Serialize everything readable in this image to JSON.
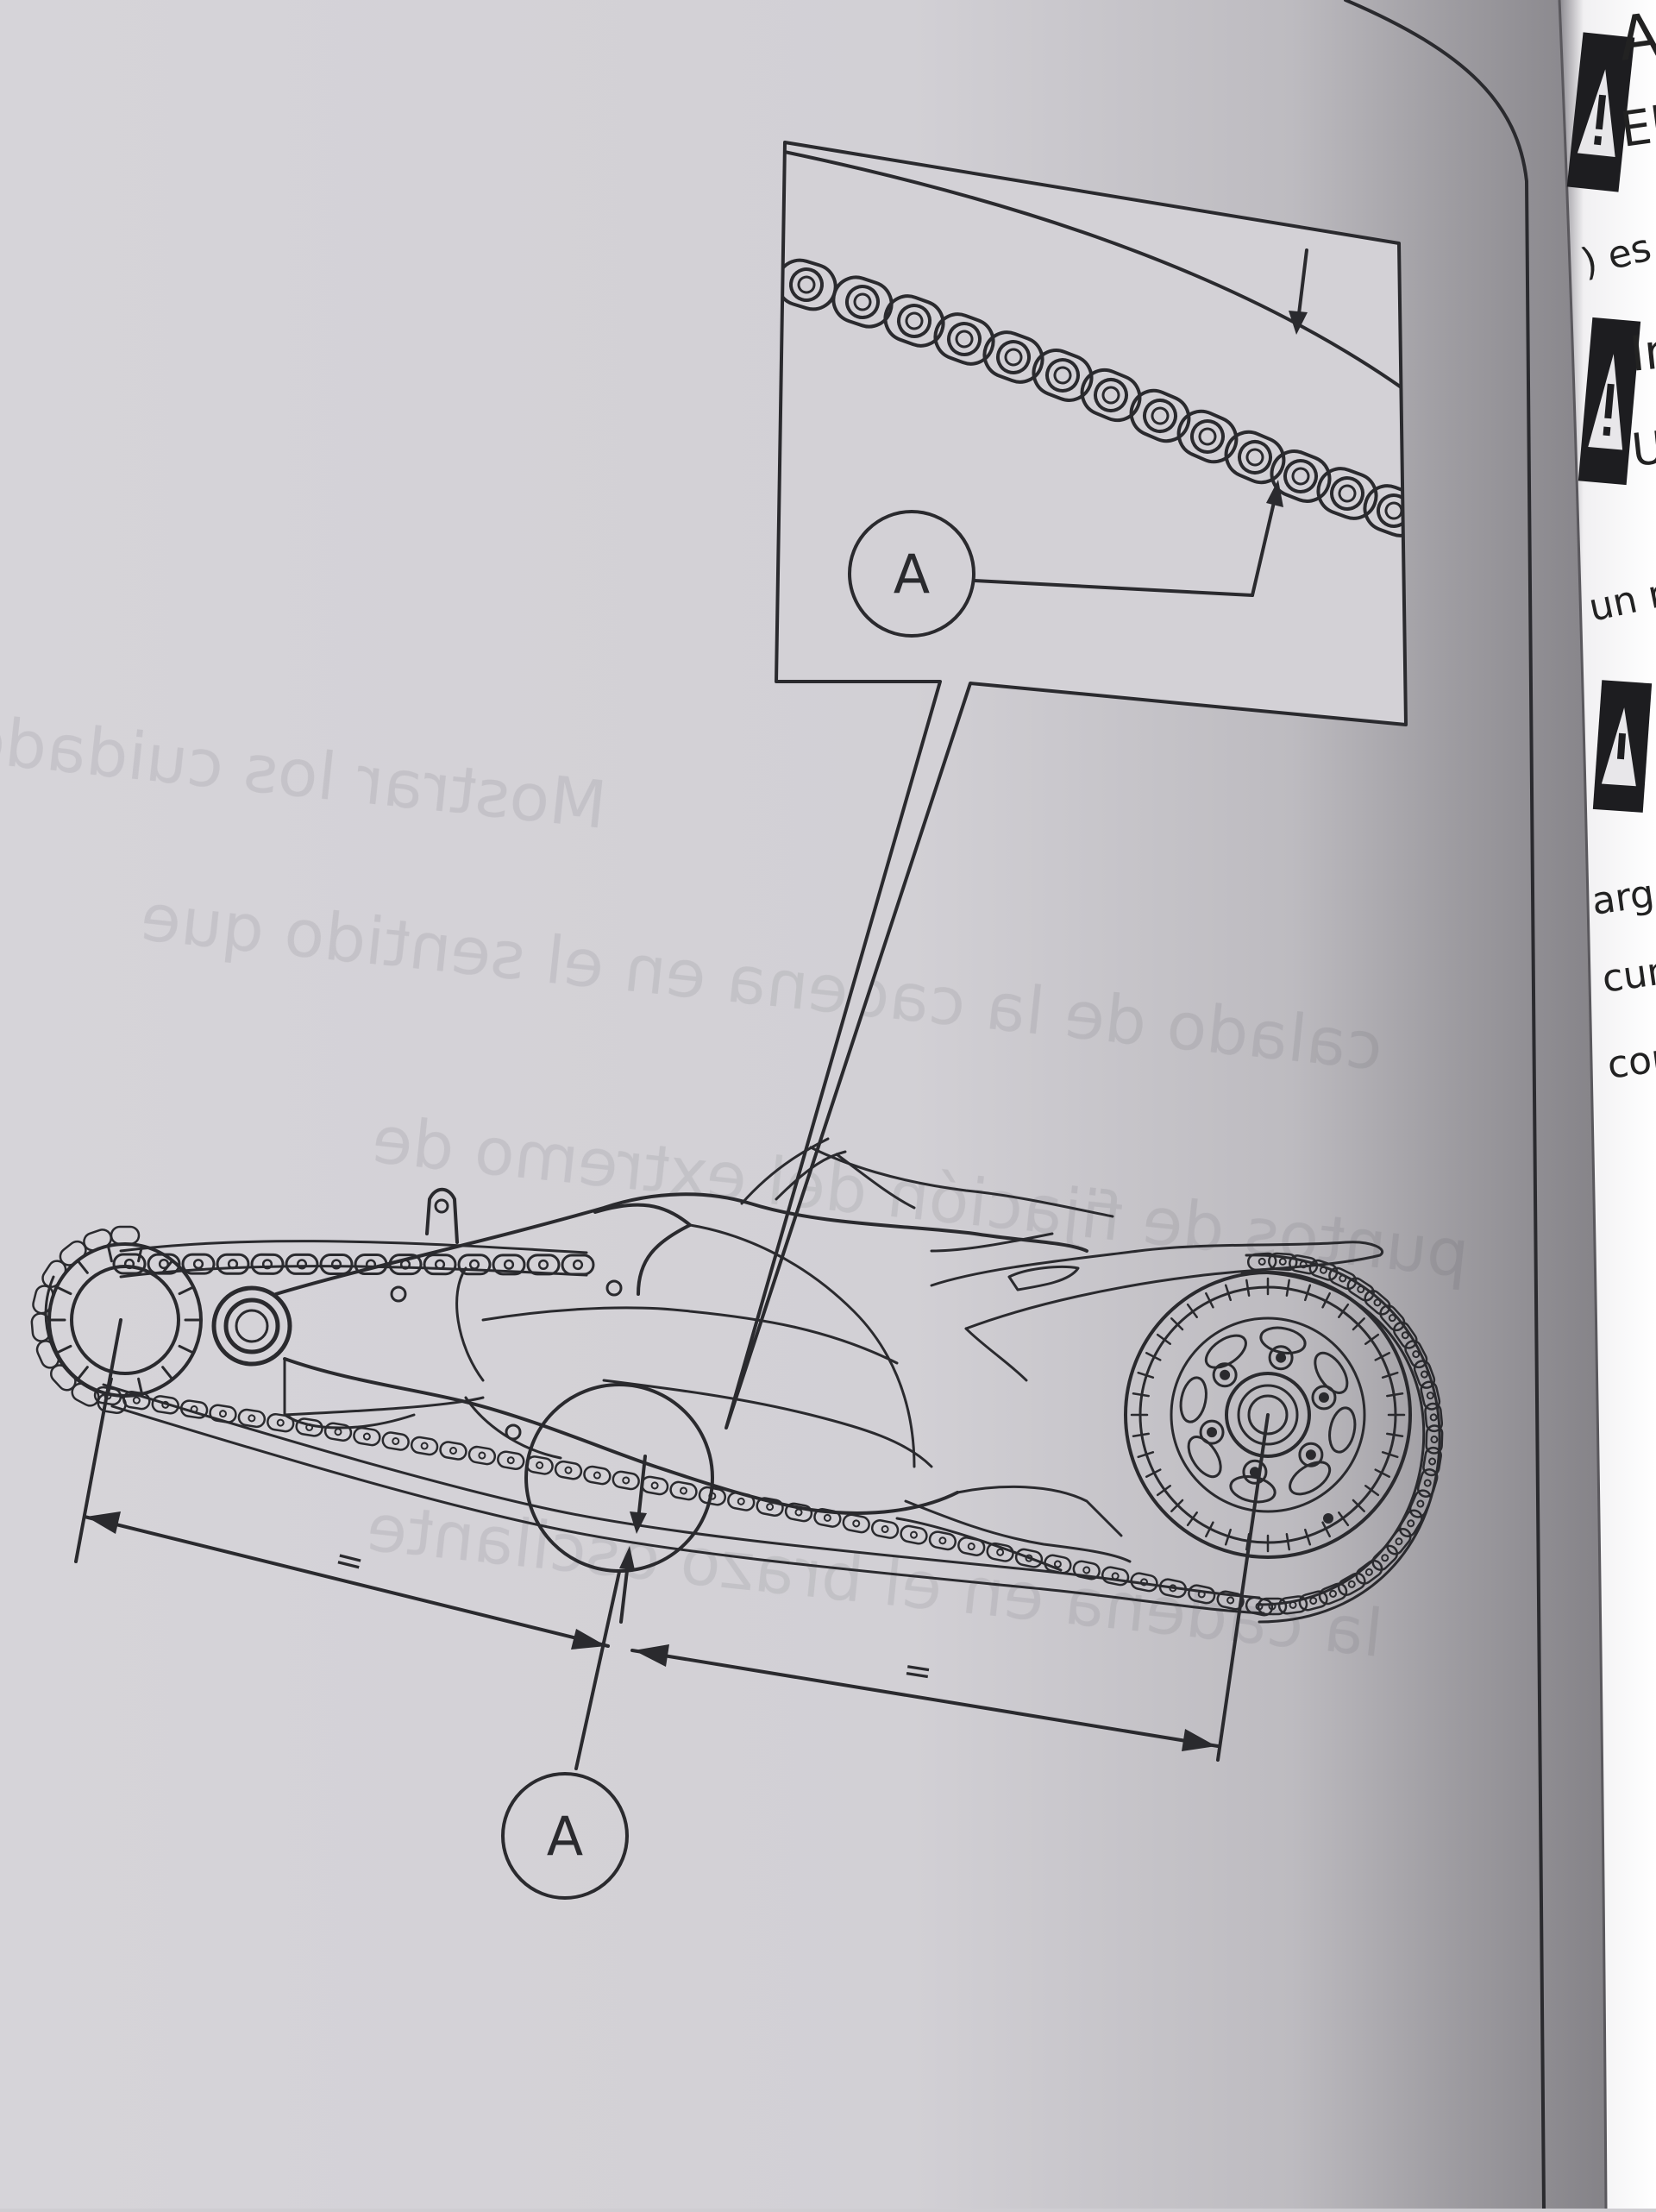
{
  "callouts": {
    "detail_label": "A",
    "main_label": "A"
  },
  "dimension": {
    "left_half_mark": "=",
    "right_half_mark": "="
  },
  "bleed_through_text": [
    "Mostrar los cuidados del conjunto de la cadena",
    "calado de la cadena en el sentido que",
    "puntos de fijación del extremo de",
    "la cadena en el brazo oscilante"
  ],
  "adjacent_page": {
    "lines": [
      "A",
      "El",
      ") es fu",
      "In",
      "U",
      "un ráp",
      "arga",
      "cum",
      "cont"
    ]
  }
}
